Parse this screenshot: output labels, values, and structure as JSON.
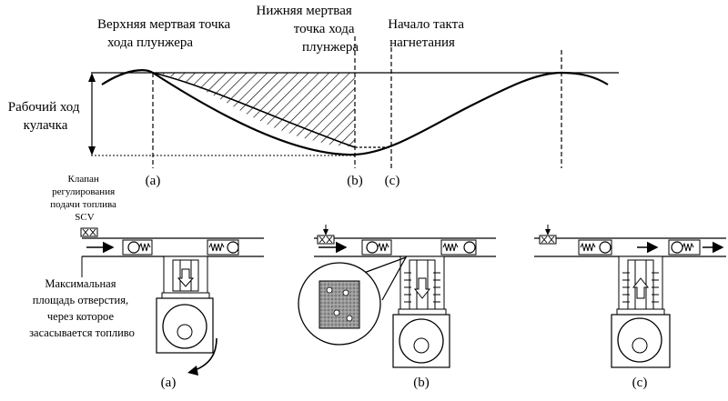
{
  "labels": {
    "top_dead_center": [
      "Верхняя мертвая точка",
      "хода плунжера"
    ],
    "bottom_dead_center": [
      "Нижняя мертвая",
      "точка хода",
      "плунжера"
    ],
    "injection_start": [
      "Начало такта",
      "нагнетания"
    ],
    "cam_stroke": [
      "Рабочий ход",
      "кулачка"
    ],
    "scv_valve": [
      "Клапан",
      "регулирования",
      "подачи топлива",
      "SCV"
    ],
    "max_area": [
      "Максимальная",
      "площадь отверстия,",
      "через которое",
      "засасывается топливо"
    ]
  },
  "markers": {
    "a": "(a)",
    "b": "(b)",
    "c": "(c)"
  }
}
